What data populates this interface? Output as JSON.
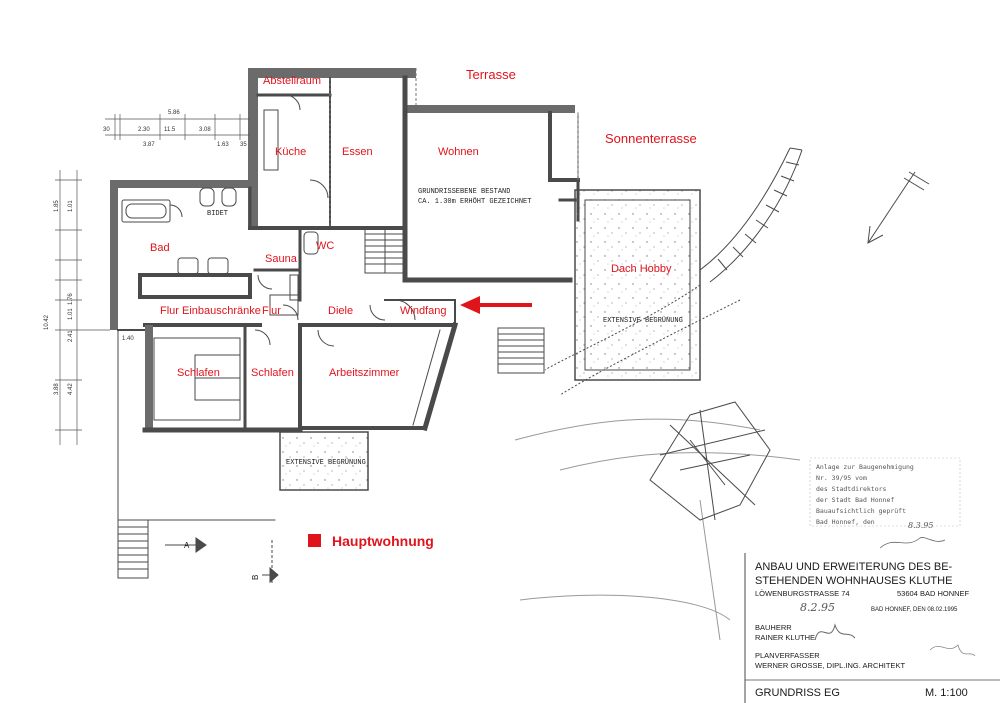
{
  "rooms": {
    "abstellraum": "Abstellraum",
    "terrasse": "Terrasse",
    "sonnenterrasse": "Sonnenterrasse",
    "kueche": "Küche",
    "essen": "Essen",
    "wohnen": "Wohnen",
    "bad": "Bad",
    "sauna": "Sauna",
    "wc": "WC",
    "dach_hobby": "Dach Hobby",
    "flur_einbauschraenke": "Flur Einbauschränke",
    "flur": "Flur",
    "diele": "Diele",
    "windfang": "Windfang",
    "schlafen_1": "Schlafen",
    "schlafen_2": "Schlafen",
    "arbeitszimmer": "Arbeitszimmer"
  },
  "notes": {
    "bestand_line1": "GRUNDRISSEBENE BESTAND",
    "bestand_line2": "CA. 1.30m ERHÖHT GEZEICHNET",
    "bidet": "BIDET",
    "extensive_1": "EXTENSIVE BEGRÜNUNG",
    "extensive_2": "EXTENSIVE BEGRÜNUNG"
  },
  "dimensions": {
    "top_total": "5.86",
    "top_a": "30",
    "top_b": "2.30",
    "top_c": "11.5",
    "top_d": "3.08",
    "top_e": "3.87",
    "top_f": "1.63",
    "top_g": "35",
    "side_total": "10.42",
    "side_a": "3.88",
    "side_b": "4.42",
    "side_c": "1.40",
    "side_d": "2.41",
    "side_e": "1.76",
    "side_f": "1.01",
    "side_g": "1.85",
    "side_h": "1.01"
  },
  "sections": {
    "a": "A",
    "b": "B"
  },
  "legend": {
    "label": "Hauptwohnung",
    "color": "#e0141b"
  },
  "title_block": {
    "title_line1": "ANBAU UND ERWEITERUNG DES BE-",
    "title_line2": "STEHENDEN WOHNHAUSES KLUTHE",
    "street": "LÖWENBURGSTRASSE 74",
    "city": "53604 BAD HONNEF",
    "date": "BAD HONNEF, DEN 08.02.1995",
    "bauherr_label": "BAUHERR",
    "bauherr_name": "RAINER KLUTHE",
    "planverfasser_label": "PLANVERFASSER",
    "planverfasser_name": "WERNER GROSSE, DIPL.ING. ARCHITEKT",
    "drawing": "GRUNDRISS EG",
    "scale": "M. 1:100"
  },
  "stamp": {
    "line1": "Anlage zur Baugenehmigung",
    "line2": "Nr. 39/95 vom",
    "line3": "des Stadtdirektors",
    "line4": "der Stadt Bad Honnef",
    "line5": "Bauaufsichtlich geprüft",
    "line6": "Bad Honnef, den",
    "date_note": "8.2.95",
    "date_note2": "8.3.95"
  },
  "colors": {
    "accent": "#e0141b",
    "wall": "#4a4a4a"
  }
}
